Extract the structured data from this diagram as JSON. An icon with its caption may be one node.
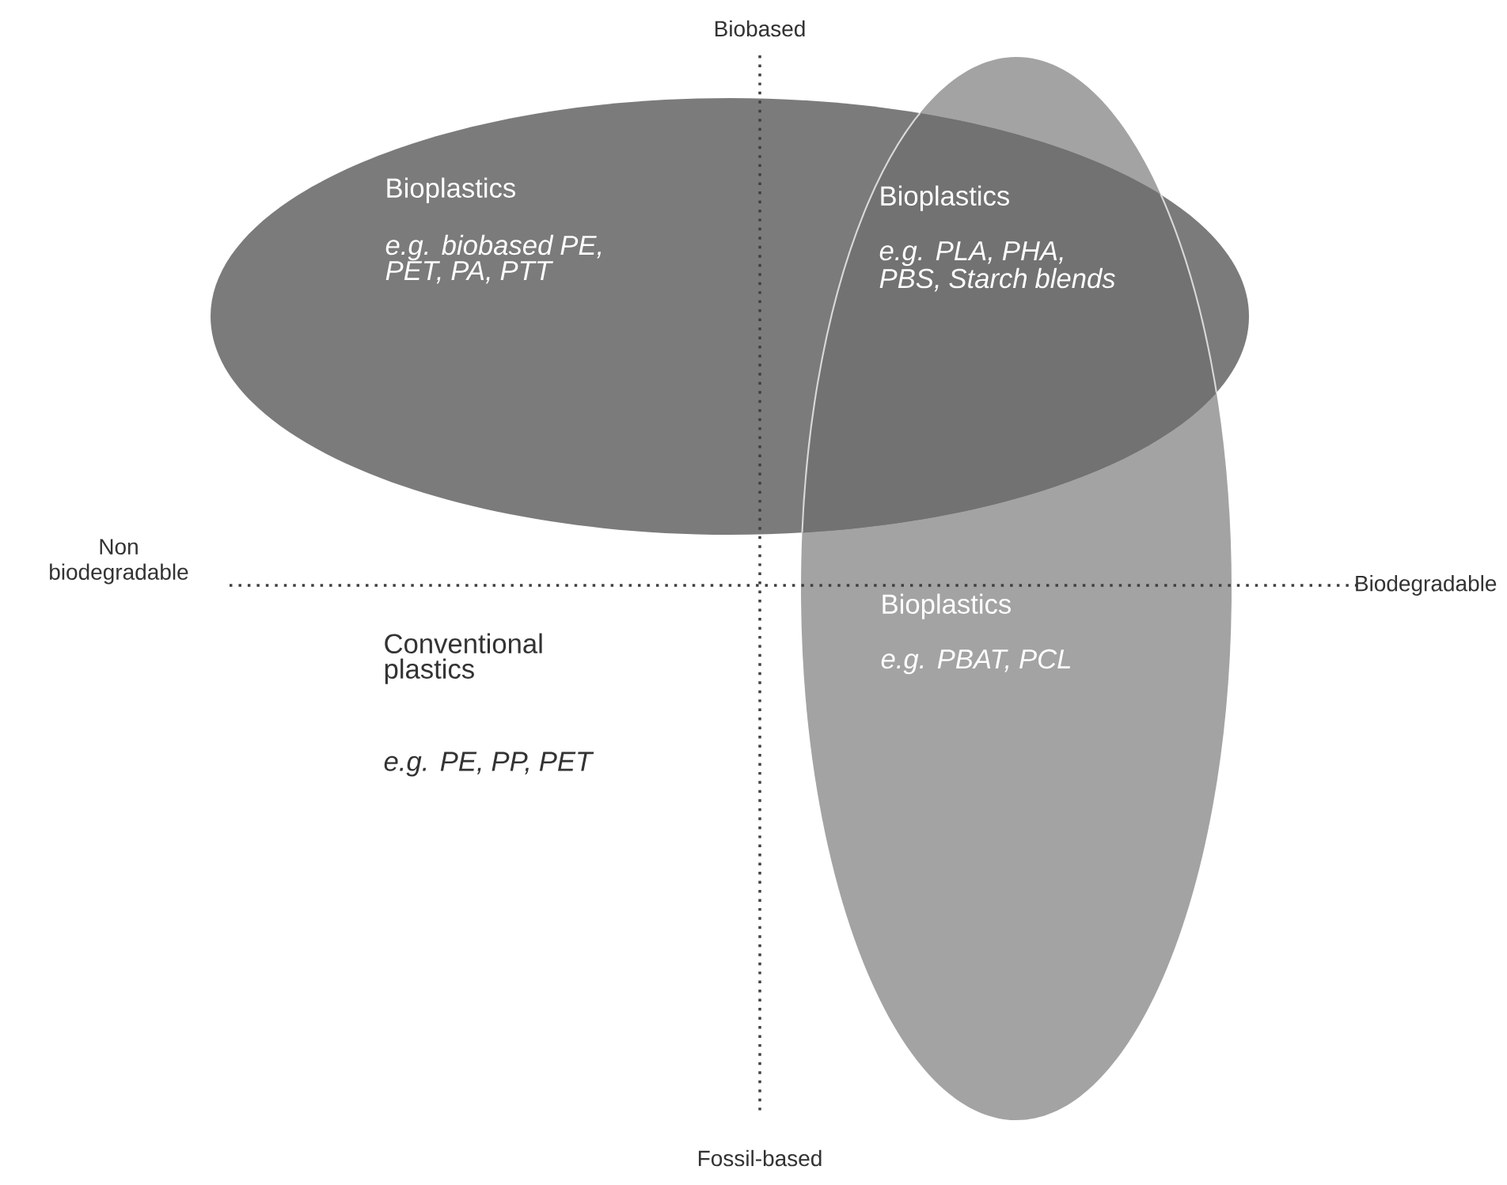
{
  "diagram": {
    "nodes": [
      {
        "text": [
          "Bioplastics",
          "e.g. biobased PE, PET, PA, PTT"
        ]
      },
      {
        "text": [
          "Bioplastics",
          "e.g. PBAT, PCL"
        ]
      },
      {
        "text": [
          "Bioplastics",
          "e.g. PLA, PHA, PBS, Starch blends"
        ]
      }
    ],
    "labels": [
      "Biobased",
      "Non biodegradable",
      "Biodegradable",
      "Conventional plastics",
      "e.g. PE, PP, PET",
      "Fossil-based"
    ]
  }
}
